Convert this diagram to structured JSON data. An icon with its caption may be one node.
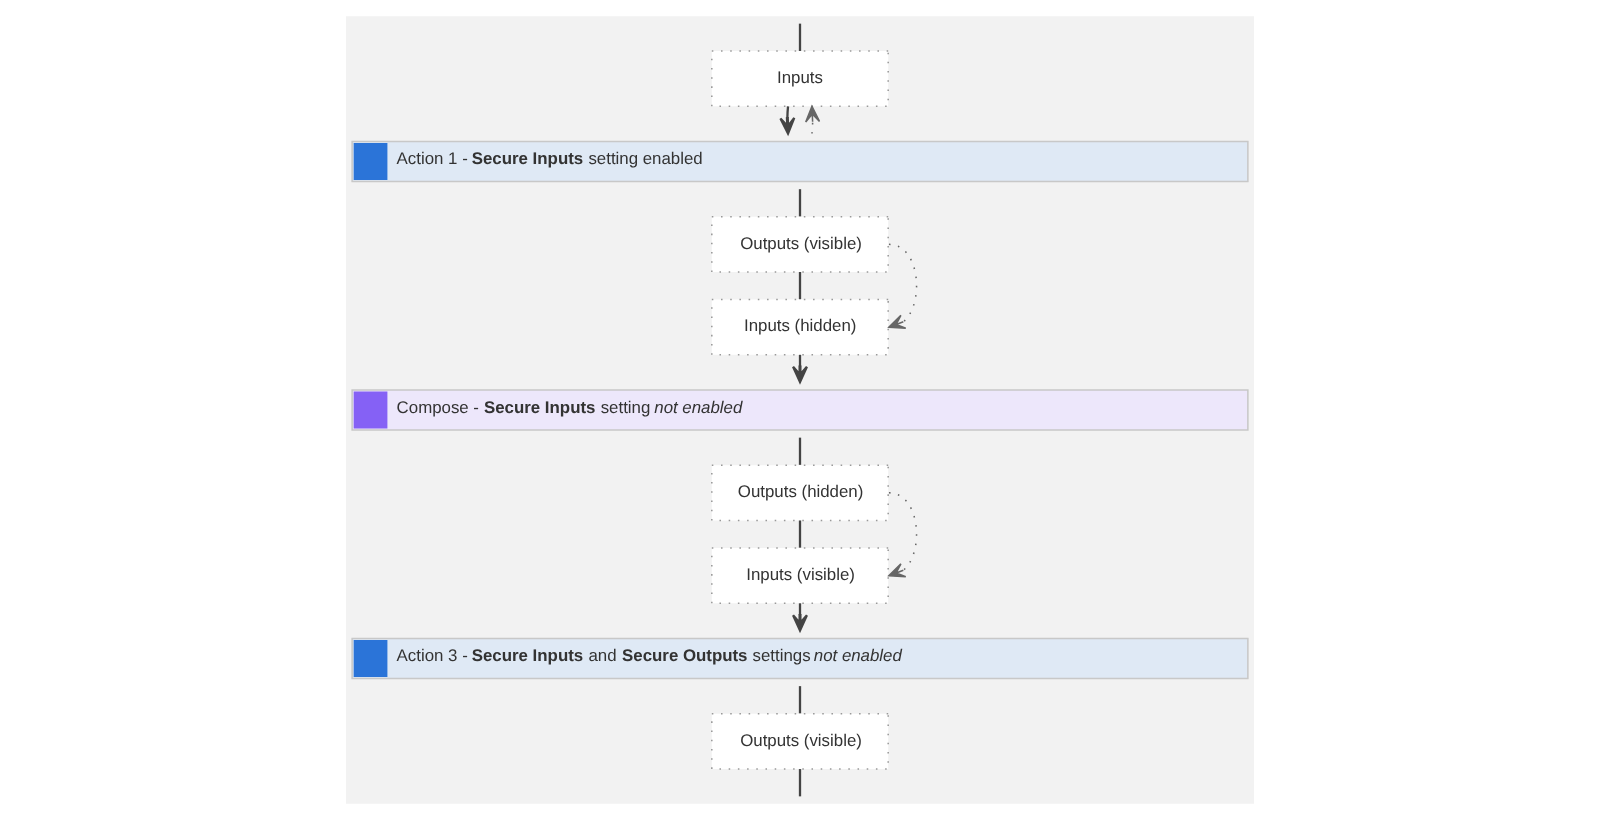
{
  "diagram": {
    "nodes": [
      {
        "text": [
          "Inputs"
        ]
      },
      {
        "text": [
          "Action 1 - **Secure Inputs** setting enabled"
        ]
      },
      {
        "text": [
          "Outputs (visible)"
        ]
      },
      {
        "text": [
          "Inputs (hidden)"
        ]
      },
      {
        "text": [
          "Compose - **Secure Inputs** setting *not enabled*"
        ]
      },
      {
        "text": [
          "Outputs (hidden)"
        ]
      },
      {
        "text": [
          "Inputs (visible)"
        ]
      },
      {
        "text": [
          "Action 3 - **Secure Inputs** and **Secure Outputs** settings *not enabled*"
        ]
      },
      {
        "text": [
          "Outputs (visible)"
        ]
      }
    ],
    "edges": [
      {
        "from": null,
        "to": 0,
        "arrow": "none"
      },
      {
        "from": 0,
        "to": 1,
        "arrow": "to"
      },
      {
        "from": 1,
        "to": 0,
        "arrow": "to",
        "style": "dashed"
      },
      {
        "from": 1,
        "to": 2,
        "arrow": "none"
      },
      {
        "from": 2,
        "to": 3,
        "arrow": "none"
      },
      {
        "from": 2,
        "to": 3,
        "arrow": "to",
        "style": "dashed"
      },
      {
        "from": 3,
        "to": 4,
        "arrow": "to"
      },
      {
        "from": 4,
        "to": 5,
        "arrow": "none"
      },
      {
        "from": 5,
        "to": 6,
        "arrow": "none"
      },
      {
        "from": 5,
        "to": 6,
        "arrow": "to",
        "style": "dashed"
      },
      {
        "from": 6,
        "to": 7,
        "arrow": "to"
      },
      {
        "from": 7,
        "to": 8,
        "arrow": "none"
      },
      {
        "from": 8,
        "to": null,
        "arrow": "none"
      }
    ]
  }
}
